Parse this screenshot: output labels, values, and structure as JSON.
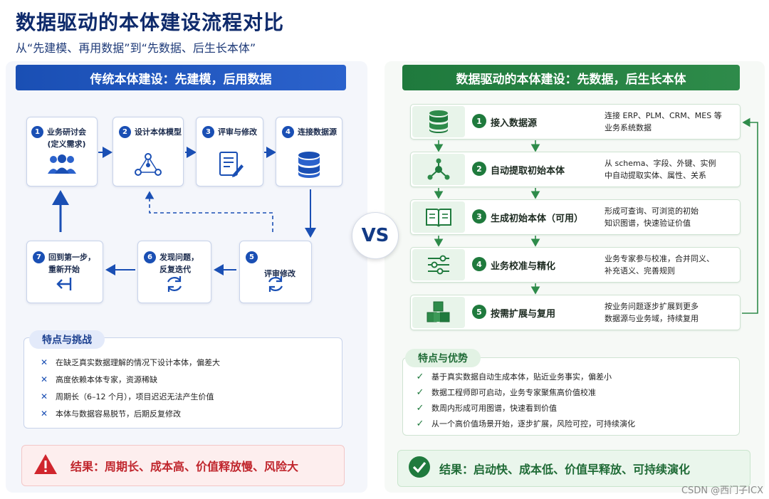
{
  "header": {
    "title": "数据驱动的本体建设流程对比",
    "subtitle": "从“先建模、再用数据”到“先数据、后生长本体”"
  },
  "left": {
    "banner": "传统本体建设：先建模，后用数据",
    "steps": [
      {
        "num": "1",
        "label": "业务研讨会\n(定义需求)",
        "icon": "people-icon"
      },
      {
        "num": "2",
        "label": "设计本体模型",
        "icon": "graph-nodes-icon"
      },
      {
        "num": "3",
        "label": "评审与修改",
        "icon": "document-edit-icon"
      },
      {
        "num": "4",
        "label": "连接数据源",
        "icon": "database-icon"
      },
      {
        "num": "5",
        "label": "评审修改",
        "icon": "refresh-icon"
      },
      {
        "num": "6",
        "label": "发现问题，\n反复迭代",
        "icon": "refresh-icon"
      },
      {
        "num": "7",
        "label": "回到第一步，\n重新开始",
        "icon": "return-arrow-icon"
      }
    ],
    "features_tag": "特点与挑战",
    "features": [
      "在缺乏真实数据理解的情况下设计本体，偏差大",
      "高度依赖本体专家，资源稀缺",
      "周期长（6–12 个月），项目迟迟无法产生价值",
      "本体与数据容易脱节，后期反复修改"
    ],
    "result": "结果：周期长、成本高、价值释放慢、风险大",
    "accent": "#1a4fb4"
  },
  "vs": "VS",
  "right": {
    "banner": "数据驱动的本体建设：先数据，后生长本体",
    "steps": [
      {
        "num": "1",
        "title": "接入数据源",
        "desc": "连接 ERP、PLM、CRM、MES 等\n业务系统数据",
        "icon": "database-icon"
      },
      {
        "num": "2",
        "title": "自动提取初始本体",
        "desc": "从 schema、字段、外键、实例\n中自动提取实体、属性、关系",
        "icon": "network-icon"
      },
      {
        "num": "3",
        "title": "生成初始本体（可用）",
        "desc": "形成可查询、可浏览的初始\n知识图谱，快速验证价值",
        "icon": "open-book-icon"
      },
      {
        "num": "4",
        "title": "业务校准与精化",
        "desc": "业务专家参与校准，合并同义、\n补充语义、完善规则",
        "icon": "sliders-icon"
      },
      {
        "num": "5",
        "title": "按需扩展与复用",
        "desc": "按业务问题逐步扩展到更多\n数据源与业务域，持续复用",
        "icon": "cubes-icon"
      }
    ],
    "features_tag": "特点与优势",
    "features": [
      "基于真实数据自动生成本体，贴近业务事实，偏差小",
      "数据工程师即可启动，业务专家聚焦高价值校准",
      "数周内形成可用图谱，快速看到价值",
      "从一个高价值场景开始，逐步扩展，风险可控，可持续演化"
    ],
    "result": "结果：启动快、成本低、价值早释放、可持续演化",
    "accent": "#1f7a3d"
  },
  "watermark": "CSDN @西门子ICX"
}
